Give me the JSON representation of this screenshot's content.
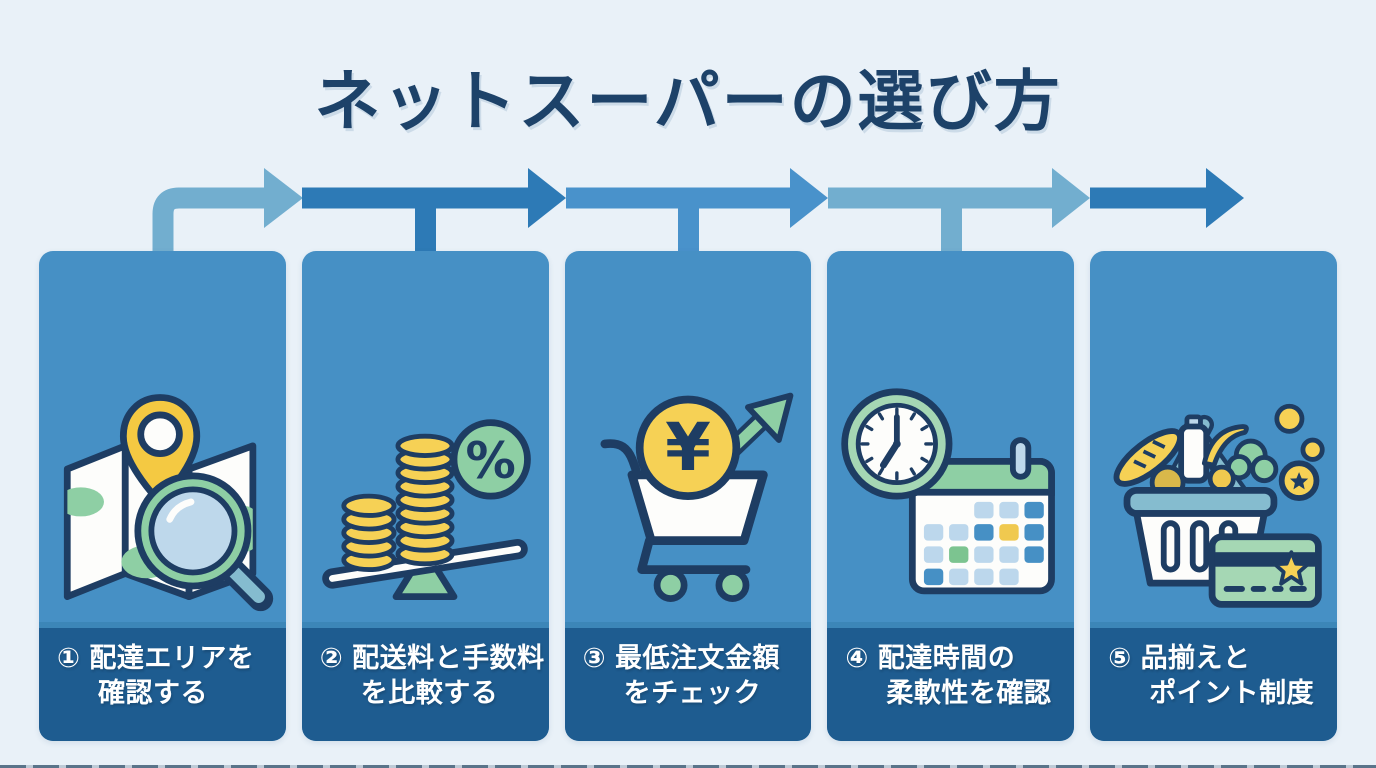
{
  "title": "ネットスーパーの選び方",
  "steps": [
    {
      "number": "①",
      "line1": "配達エリアを",
      "line2": "確認する",
      "icon": "map-search-icon"
    },
    {
      "number": "②",
      "line1": "配送料と手数料",
      "line2": "を比較する",
      "icon": "cost-balance-icon"
    },
    {
      "number": "③",
      "line1": "最低注文金額",
      "line2": "をチェック",
      "icon": "cart-yen-icon"
    },
    {
      "number": "④",
      "line1": "配達時間の",
      "line2": "柔軟性を確認",
      "icon": "clock-calendar-icon"
    },
    {
      "number": "⑤",
      "line1": "品揃えと",
      "line2": "ポイント制度",
      "icon": "basket-points-icon"
    }
  ],
  "colors": {
    "background": "#e9f1f8",
    "card_body": "#4690c5",
    "label_band": "#1e5c90",
    "title_text": "#1d4269",
    "label_text": "#ffffff",
    "arrow_dark": "#2d7ab6",
    "arrow_medium": "#4992cb",
    "arrow_light": "#72aecf",
    "outline_navy": "#1e3d63",
    "accent_yellow": "#f6d155",
    "accent_green": "#8ecfa4",
    "accent_teal": "#85bccf"
  }
}
